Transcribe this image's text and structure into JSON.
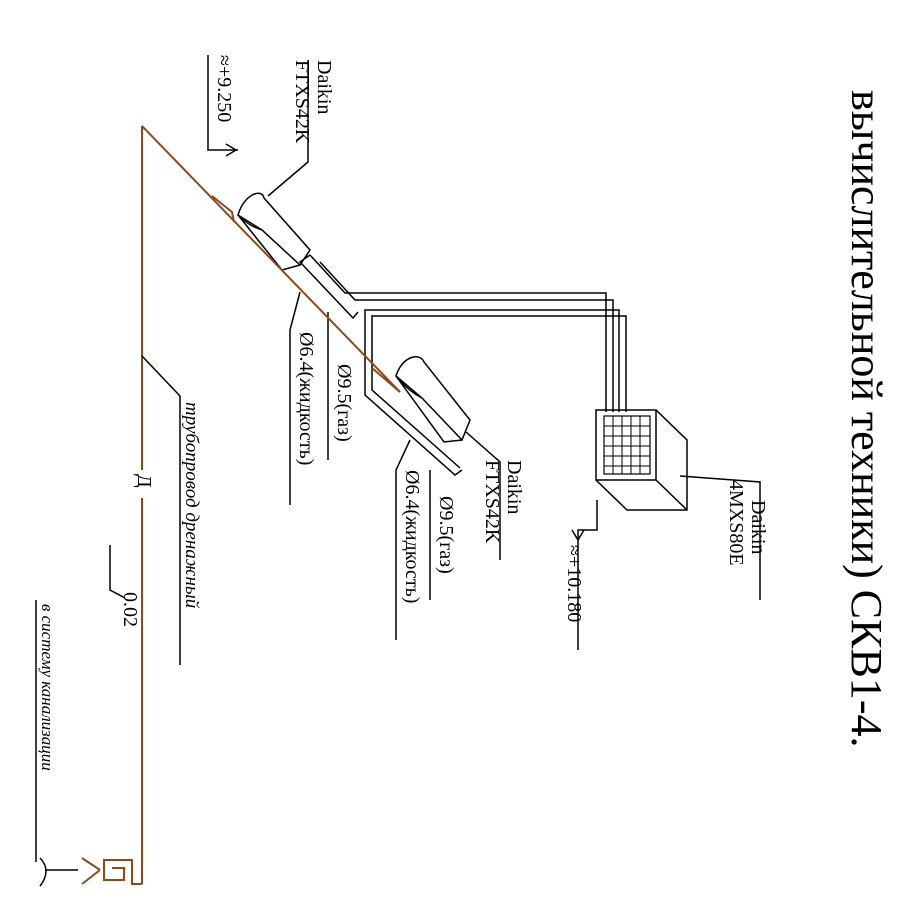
{
  "title": {
    "line1": "вычислительной техники) СКВ1-4."
  },
  "units": {
    "outdoor": {
      "brand": "Daikin",
      "model": "4MXS80E",
      "level": "≈+10.180"
    },
    "indoor_a": {
      "brand": "Daikin",
      "model": "FTXS42K",
      "level": "≈+9.250"
    },
    "indoor_b": {
      "brand": "Daikin",
      "model": "FTXS42K"
    }
  },
  "pipes": {
    "a_gas": "Ø9.5(газ)",
    "a_liquid": "Ø6.4(жидкость)",
    "b_gas": "Ø9.5(газ)",
    "b_liquid": "Ø6.4(жидкость)"
  },
  "drain": {
    "label": "трубопровод дренажный",
    "mark": "Д",
    "slope": "0.02",
    "sewer": "в систему канализации"
  },
  "colors": {
    "line": "#000000",
    "drain": "#8b4a1c"
  }
}
